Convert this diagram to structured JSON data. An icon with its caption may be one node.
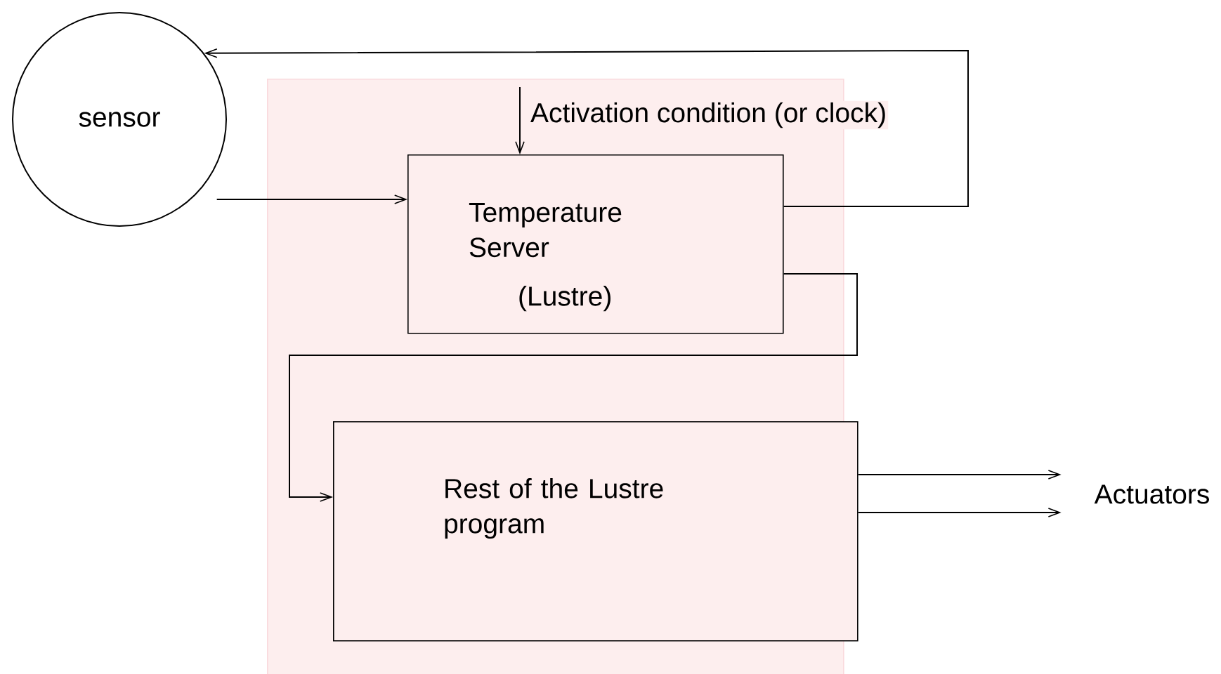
{
  "diagram": {
    "nodes": [
      {
        "text": [
          "sensor"
        ]
      },
      {
        "text": [],
        "shape": "box"
      },
      {
        "text": [
          "Temperature Server",
          "(Lustre)"
        ],
        "in": 1
      },
      {
        "text": [
          "Rest of the Lustre program"
        ],
        "in": 1
      },
      {
        "text": [
          "Actuators"
        ]
      }
    ],
    "edges": [
      {
        "from": 0,
        "to": 2,
        "arrow": "to"
      },
      {
        "from": 2,
        "to": 0,
        "arrow": "to"
      },
      {
        "from": 2,
        "to": 3,
        "arrow": "to"
      },
      {
        "from": null,
        "to": 2,
        "arrow": "to",
        "label": "Activation condition (or clock)"
      },
      {
        "from": 3,
        "to": 4,
        "arrow": "to"
      },
      {
        "from": 3,
        "to": 4,
        "arrow": "to"
      }
    ]
  }
}
